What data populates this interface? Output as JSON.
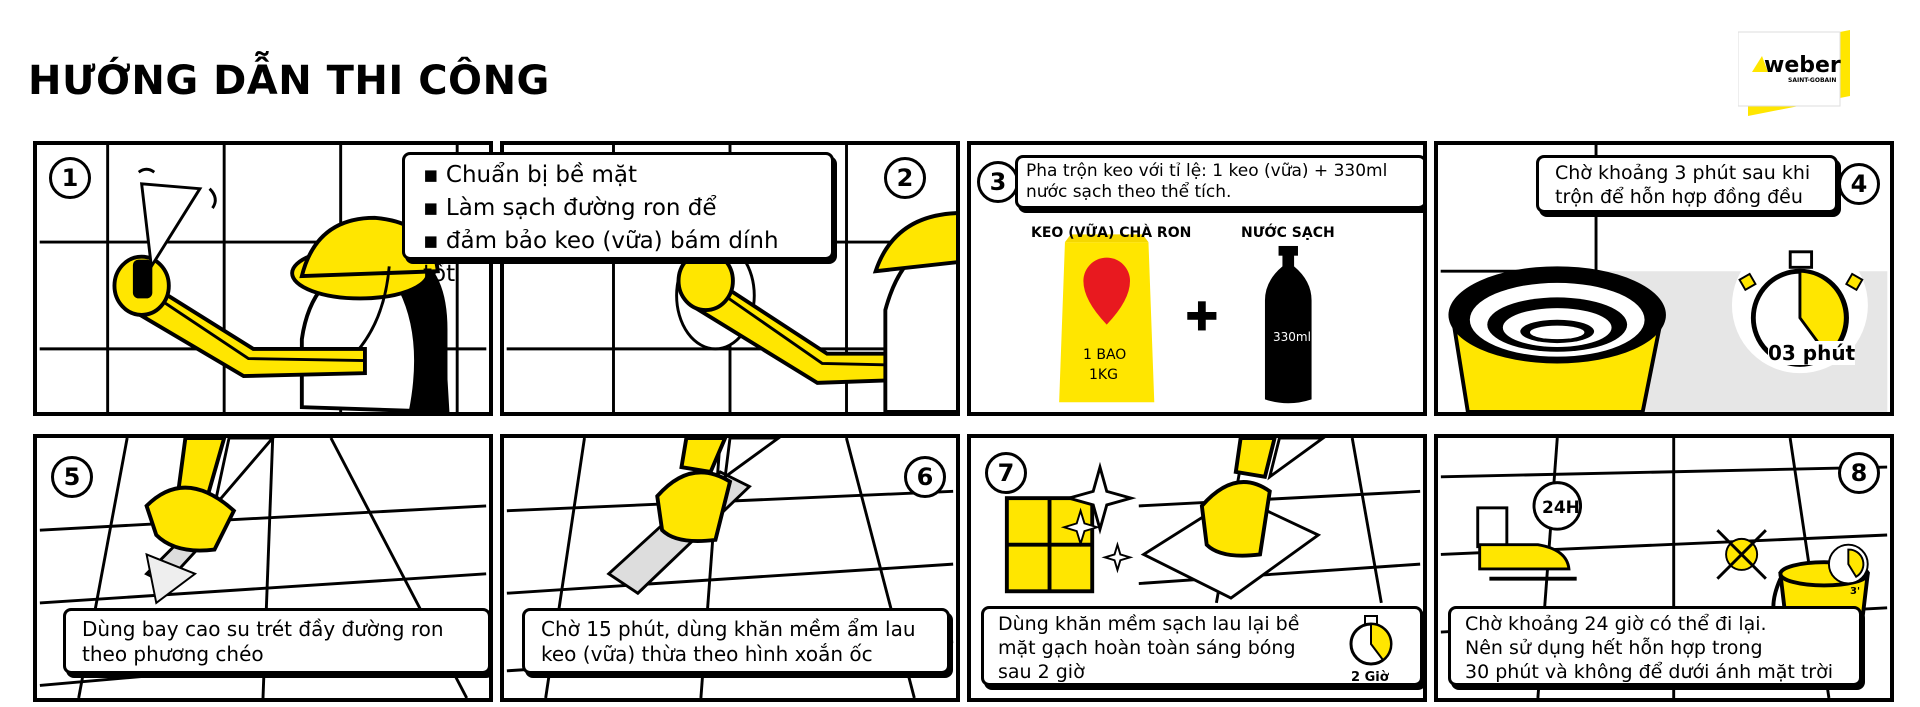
{
  "header": {
    "title": "HƯỚNG DẪN THI CÔNG"
  },
  "logo": {
    "brand": "weber",
    "sub": "SAINT-GOBAIN"
  },
  "colors": {
    "yellow": "#FFE600",
    "black": "#000000"
  },
  "steps": [
    {
      "num": "1",
      "lines": [
        "Chuẩn bị bề mặt",
        "Làm sạch đường ron để",
        "đảm bảo keo (vữa) bám dính tốt"
      ]
    },
    {
      "num": "2"
    },
    {
      "num": "3",
      "lines": [
        "Pha trộn keo với tỉ lệ: 1 keo (vữa) + 330ml",
        "nước sạch theo thể tích."
      ],
      "labels": {
        "left": "KEO (VỮA) CHÀ RON",
        "right": "NƯỚC SẠCH",
        "bag_qty": "1 BAO",
        "bag_weight": "1KG",
        "bottle": "330ml"
      }
    },
    {
      "num": "4",
      "lines": [
        "Chờ khoảng 3 phút sau khi",
        "trộn để hỗn hợp đồng đều"
      ],
      "timer": "03 phút"
    },
    {
      "num": "5",
      "lines": [
        "Dùng bay cao su trét đầy đường ron",
        "theo phương chéo"
      ]
    },
    {
      "num": "6",
      "lines": [
        "Chờ 15 phút, dùng khăn mềm ẩm lau",
        "keo (vữa) thừa theo hình xoắn ốc"
      ]
    },
    {
      "num": "7",
      "lines": [
        "Dùng khăn mềm sạch lau lại bề",
        "mặt gạch hoàn toàn sáng bóng",
        "sau 2 giờ"
      ],
      "timer": "2 Giờ"
    },
    {
      "num": "8",
      "lines": [
        "Chờ khoảng 24 giờ có thể đi lại.",
        "Nên sử dụng hết hỗn hợp trong",
        "30 phút và không để dưới ánh mặt trời"
      ],
      "clock": "24H",
      "bucket_timer": "3'"
    }
  ]
}
